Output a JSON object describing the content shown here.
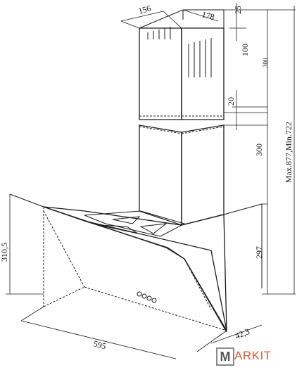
{
  "dimensions": {
    "chimney_width": "156",
    "chimney_depth": "178",
    "top_offset": "25",
    "upper_slot": "100",
    "upper_height": "300",
    "overlap": "20",
    "lower_height": "300",
    "total_height": "Max.877,Min.722",
    "hood_height": "310,5",
    "hood_body_height": "297",
    "hood_width": "595",
    "hood_depth": "42,3"
  },
  "logo": {
    "letter": "M",
    "rest": "ARKIT",
    "accent_color": "#e05a3a"
  }
}
